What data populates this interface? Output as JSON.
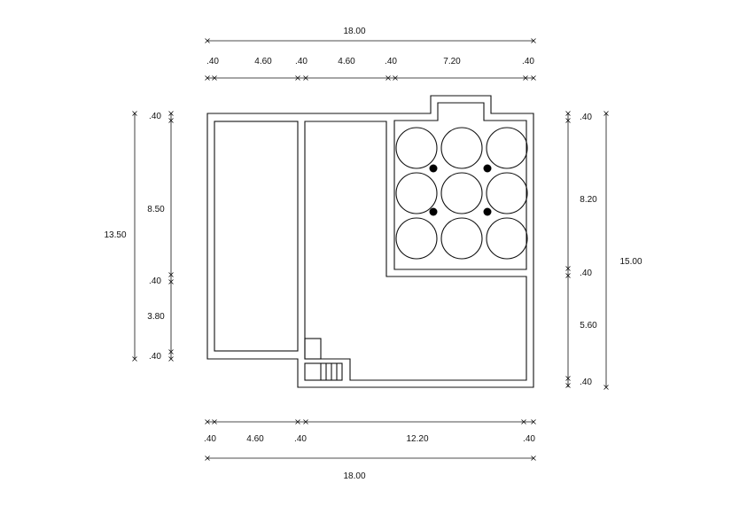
{
  "dimensions": {
    "top": {
      "overall": "18.00",
      "segments": [
        ".40",
        "4.60",
        ".40",
        "4.60",
        ".40",
        "7.20",
        ".40"
      ]
    },
    "bottom": {
      "overall": "18.00",
      "segments": [
        ".40",
        "4.60",
        ".40",
        "12.20",
        ".40"
      ]
    },
    "left": {
      "overall": "13.50",
      "segments": [
        ".40",
        "8.50",
        ".40",
        "3.80",
        ".40"
      ]
    },
    "right": {
      "overall": "15.00",
      "segments": [
        ".40",
        "8.20",
        ".40",
        "5.60",
        ".40"
      ]
    }
  },
  "plan": {
    "tanks": {
      "rows": 3,
      "cols": 3
    },
    "columns_count": 4
  }
}
